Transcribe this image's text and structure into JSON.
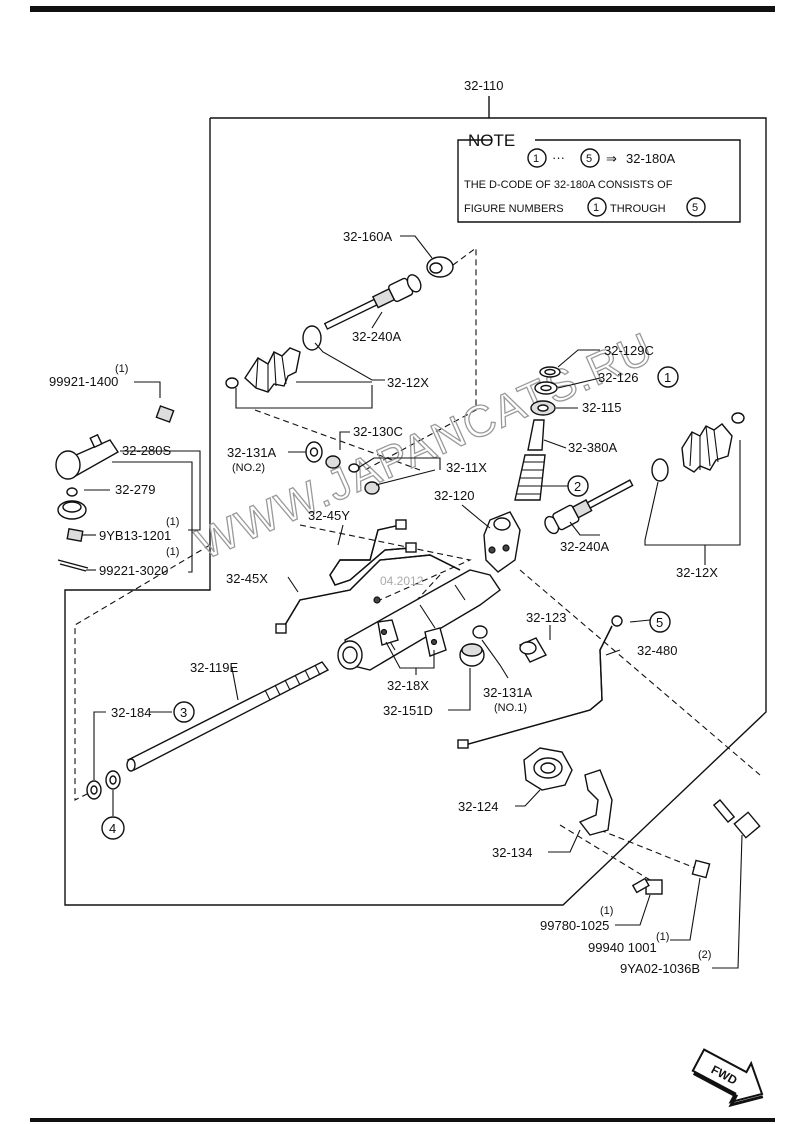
{
  "assembly": "32-110",
  "note": {
    "title": "NOTE",
    "range_start": "1",
    "range_sep": "···",
    "range_end": "5",
    "arrow": "⇒",
    "range_code": "32-180A",
    "line2": "THE D-CODE OF 32-180A CONSISTS OF",
    "line3_prefix": "FIGURE NUMBERS",
    "line3_n1": "1",
    "line3_mid": "THROUGH",
    "line3_n2": "5"
  },
  "watermark": "WWW.JAPANCATS.RU",
  "watermark_date": "04.2012",
  "fwd": "FWD",
  "labels": {
    "p160A": "32-160A",
    "p240A_top": "32-240A",
    "p12X_left": "32-12X",
    "p129C": "32-129C",
    "p126": "32-126",
    "p115": "32-115",
    "p380A": "32-380A",
    "p130C": "32-130C",
    "p131A_top": "32-131A",
    "p131A_top_sub": "(NO.2)",
    "p11X": "32-11X",
    "p120": "32-120",
    "p240A_right": "32-240A",
    "p12X_right": "32-12X",
    "p45Y": "32-45Y",
    "p45X": "32-45X",
    "p123": "32-123",
    "p480": "32-480",
    "p119E": "32-119E",
    "p18X": "32-18X",
    "p151D": "32-151D",
    "p131A_bot": "32-131A",
    "p131A_bot_sub": "(NO.1)",
    "p184": "32-184",
    "p124": "32-124",
    "p134": "32-134",
    "p280S": "32-280S",
    "p279": "32-279",
    "b99921_1400": "99921-1400",
    "b99921_1400_qty": "(1)",
    "b9YB13": "9YB13-1201",
    "b9YB13_qty": "(1)",
    "b99221": "99221-3020",
    "b99221_qty": "(1)",
    "b99780": "99780-1025",
    "b99780_qty": "(1)",
    "b99940": "99940 1001",
    "b99940_qty": "(1)",
    "b9YA02": "9YA02-1036B",
    "b9YA02_qty": "(2)"
  },
  "callouts": {
    "c1": "1",
    "c2": "2",
    "c3": "3",
    "c4": "4",
    "c5": "5"
  }
}
